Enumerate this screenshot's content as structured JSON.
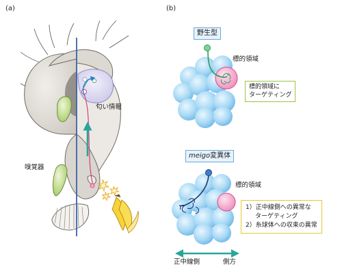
{
  "panel_a": {
    "label": "(a)",
    "odor_info": "匂い情報",
    "olfactory_organ": "嗅覚器"
  },
  "panel_b": {
    "label": "(b)",
    "wild_type": {
      "title": "野生型",
      "target_label": "標的領域",
      "box_text": [
        "標的領域に",
        "ターゲティング"
      ]
    },
    "mutant": {
      "title_italic": "meigo",
      "title_rest": "変異体",
      "target_label": "標的領域",
      "box_text": [
        "1）正中線側への異常な",
        "ターゲティング",
        "2）糸球体への収束の異常"
      ]
    },
    "axis": {
      "left": "正中線側",
      "right": "側方"
    }
  },
  "colors": {
    "glomerulus_blue": "#a9d9f5",
    "target_pink": "#f2a7c8",
    "neuron_green": "#2f9a5a",
    "neuron_navy": "#1f3d73",
    "midline": "#3a62a8",
    "arrow_teal": "#2aa59a"
  }
}
